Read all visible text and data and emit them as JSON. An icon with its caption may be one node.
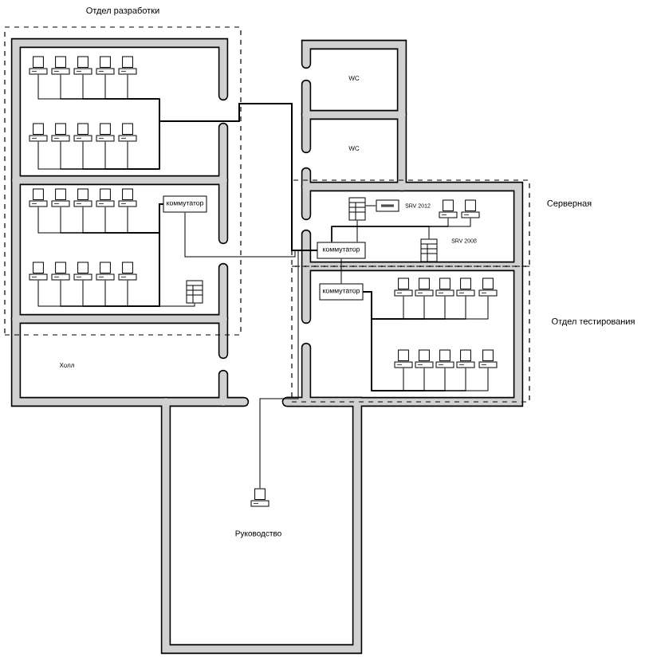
{
  "diagram": {
    "nodes": [
      {
        "text": [
          "Отдел разработки"
        ]
      },
      {
        "text": [
          "Серверная"
        ]
      },
      {
        "text": [
          "Отдел тестирования"
        ]
      },
      {
        "text": [
          "коммутатор"
        ],
        "in": 0
      },
      {
        "text": [
          "коммутатор"
        ],
        "in": 1
      },
      {
        "text": [
          "коммутатор"
        ],
        "in": 2
      },
      {
        "text": [],
        "shape": "server",
        "in": 1
      },
      {
        "text": [],
        "shape": "box",
        "in": 1,
        "beside": [
          "SRV 2012"
        ]
      },
      {
        "text": [],
        "shape": "server",
        "in": 1,
        "beside": [
          "SRV 2008"
        ]
      },
      {
        "text": [],
        "shape": "server",
        "in": 0
      },
      {
        "text": [],
        "shape": "computer",
        "in": 0
      },
      {
        "text": [],
        "shape": "computer",
        "in": 0
      },
      {
        "text": [],
        "shape": "computer",
        "in": 0
      },
      {
        "text": [],
        "shape": "computer",
        "in": 0
      },
      {
        "text": [],
        "shape": "computer",
        "in": 0
      },
      {
        "text": [],
        "shape": "computer",
        "in": 0
      },
      {
        "text": [],
        "shape": "computer",
        "in": 0
      },
      {
        "text": [],
        "shape": "computer",
        "in": 0
      },
      {
        "text": [],
        "shape": "computer",
        "in": 0
      },
      {
        "text": [],
        "shape": "computer",
        "in": 0
      },
      {
        "text": [],
        "shape": "computer",
        "in": 0
      },
      {
        "text": [],
        "shape": "computer",
        "in": 0
      },
      {
        "text": [],
        "shape": "computer",
        "in": 0
      },
      {
        "text": [],
        "shape": "computer",
        "in": 0
      },
      {
        "text": [],
        "shape": "computer",
        "in": 0
      },
      {
        "text": [],
        "shape": "computer",
        "in": 0
      },
      {
        "text": [],
        "shape": "computer",
        "in": 0
      },
      {
        "text": [],
        "shape": "computer",
        "in": 0
      },
      {
        "text": [],
        "shape": "computer",
        "in": 0
      },
      {
        "text": [],
        "shape": "computer",
        "in": 0
      },
      {
        "text": [],
        "shape": "computer",
        "in": 1
      },
      {
        "text": [],
        "shape": "computer",
        "in": 1
      },
      {
        "text": [],
        "shape": "computer",
        "in": 2
      },
      {
        "text": [],
        "shape": "computer",
        "in": 2
      },
      {
        "text": [],
        "shape": "computer",
        "in": 2
      },
      {
        "text": [],
        "shape": "computer",
        "in": 2
      },
      {
        "text": [],
        "shape": "computer",
        "in": 2
      },
      {
        "text": [],
        "shape": "computer",
        "in": 2
      },
      {
        "text": [],
        "shape": "computer",
        "in": 2
      },
      {
        "text": [],
        "shape": "computer",
        "in": 2
      },
      {
        "text": [],
        "shape": "computer",
        "in": 2
      },
      {
        "text": [],
        "shape": "computer",
        "in": 2
      },
      {
        "text": [],
        "shape": "computer"
      }
    ],
    "edges": [
      {
        "from": 10,
        "to": 4,
        "arrow": "none"
      },
      {
        "from": 11,
        "to": 4,
        "arrow": "none"
      },
      {
        "from": 12,
        "to": 4,
        "arrow": "none"
      },
      {
        "from": 13,
        "to": 4,
        "arrow": "none"
      },
      {
        "from": 14,
        "to": 4,
        "arrow": "none"
      },
      {
        "from": 15,
        "to": 4,
        "arrow": "none"
      },
      {
        "from": 16,
        "to": 4,
        "arrow": "none"
      },
      {
        "from": 17,
        "to": 4,
        "arrow": "none"
      },
      {
        "from": 18,
        "to": 4,
        "arrow": "none"
      },
      {
        "from": 19,
        "to": 4,
        "arrow": "none"
      },
      {
        "from": 20,
        "to": 3,
        "arrow": "none"
      },
      {
        "from": 21,
        "to": 3,
        "arrow": "none"
      },
      {
        "from": 22,
        "to": 3,
        "arrow": "none"
      },
      {
        "from": 23,
        "to": 3,
        "arrow": "none"
      },
      {
        "from": 24,
        "to": 3,
        "arrow": "none"
      },
      {
        "from": 25,
        "to": 3,
        "arrow": "none"
      },
      {
        "from": 26,
        "to": 3,
        "arrow": "none"
      },
      {
        "from": 27,
        "to": 3,
        "arrow": "none"
      },
      {
        "from": 28,
        "to": 3,
        "arrow": "none"
      },
      {
        "from": 29,
        "to": 3,
        "arrow": "none"
      },
      {
        "from": 9,
        "to": 3,
        "arrow": "none"
      },
      {
        "from": 3,
        "to": 4,
        "arrow": "none"
      },
      {
        "from": 6,
        "to": 4,
        "arrow": "none"
      },
      {
        "from": 7,
        "to": 6,
        "arrow": "none"
      },
      {
        "from": 30,
        "to": 4,
        "arrow": "none"
      },
      {
        "from": 31,
        "to": 4,
        "arrow": "none"
      },
      {
        "from": 8,
        "to": 4,
        "arrow": "none"
      },
      {
        "from": 32,
        "to": 5,
        "arrow": "none"
      },
      {
        "from": 33,
        "to": 5,
        "arrow": "none"
      },
      {
        "from": 34,
        "to": 5,
        "arrow": "none"
      },
      {
        "from": 35,
        "to": 5,
        "arrow": "none"
      },
      {
        "from": 36,
        "to": 5,
        "arrow": "none"
      },
      {
        "from": 37,
        "to": 5,
        "arrow": "none"
      },
      {
        "from": 38,
        "to": 5,
        "arrow": "none"
      },
      {
        "from": 39,
        "to": 5,
        "arrow": "none"
      },
      {
        "from": 40,
        "to": 5,
        "arrow": "none"
      },
      {
        "from": 41,
        "to": 5,
        "arrow": "none"
      },
      {
        "from": 5,
        "to": 4,
        "arrow": "none"
      },
      {
        "from": 42,
        "to": 4,
        "arrow": "none"
      }
    ],
    "labels": [
      "WC",
      "WC",
      "Холл",
      "Руководство"
    ]
  }
}
